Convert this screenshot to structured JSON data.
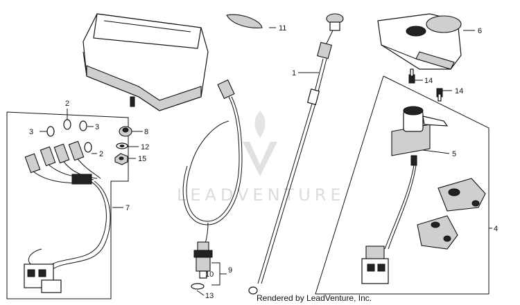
{
  "callouts": {
    "c1": "1",
    "c2a": "2",
    "c2b": "2",
    "c3a": "3",
    "c3b": "3",
    "c4": "4",
    "c5": "5",
    "c6": "6",
    "c7": "7",
    "c8": "8",
    "c9": "9",
    "c10": "10",
    "c11": "11",
    "c12": "12",
    "c13": "13",
    "c14a": "14",
    "c14b": "14",
    "c15": "15"
  },
  "watermark": {
    "text": "LEADVENTURE"
  },
  "credit": "Rendered by LeadVenture, Inc."
}
